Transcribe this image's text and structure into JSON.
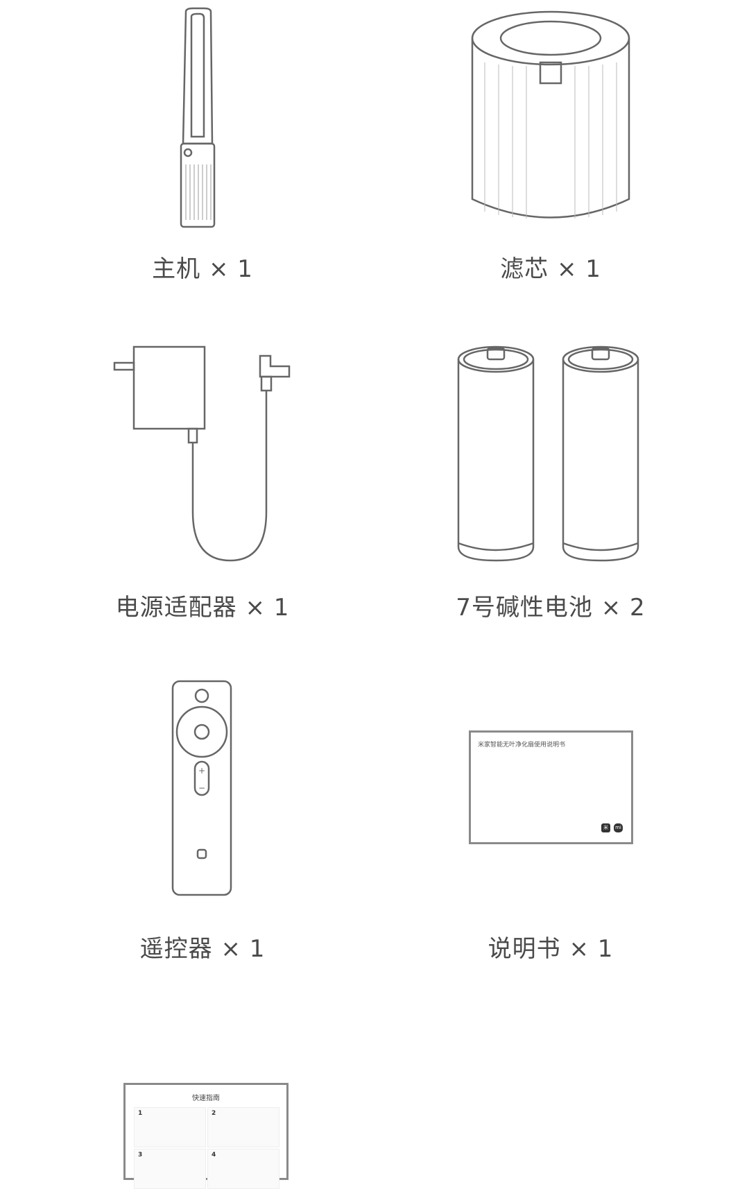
{
  "items": [
    {
      "name": "主机",
      "qty": "× 1"
    },
    {
      "name": "滤芯",
      "qty": "× 1"
    },
    {
      "name": "电源适配器",
      "qty": "× 1"
    },
    {
      "name": "7号碱性电池",
      "qty": "× 2"
    },
    {
      "name": "遥控器",
      "qty": "× 1"
    },
    {
      "name": "说明书",
      "qty": "× 1"
    }
  ],
  "manual": {
    "title": "米家智能无叶净化扇使用说明书",
    "logos": [
      "米家",
      "mi"
    ]
  },
  "quick_guide": {
    "title": "快速指南",
    "steps": [
      "1",
      "2",
      "3",
      "4"
    ]
  }
}
